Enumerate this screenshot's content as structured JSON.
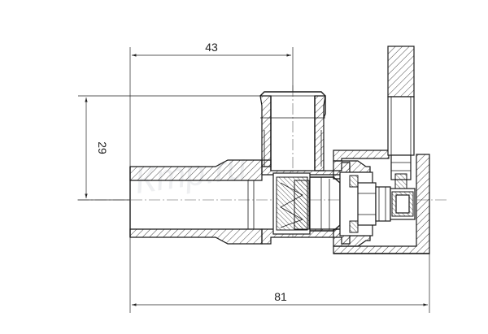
{
  "dimensions": {
    "top_length": "43",
    "height": "29",
    "total_length": "81"
  },
  "watermark": "Ктр.ru",
  "colors": {
    "line": "#1a1a1a",
    "background": "#ffffff"
  }
}
